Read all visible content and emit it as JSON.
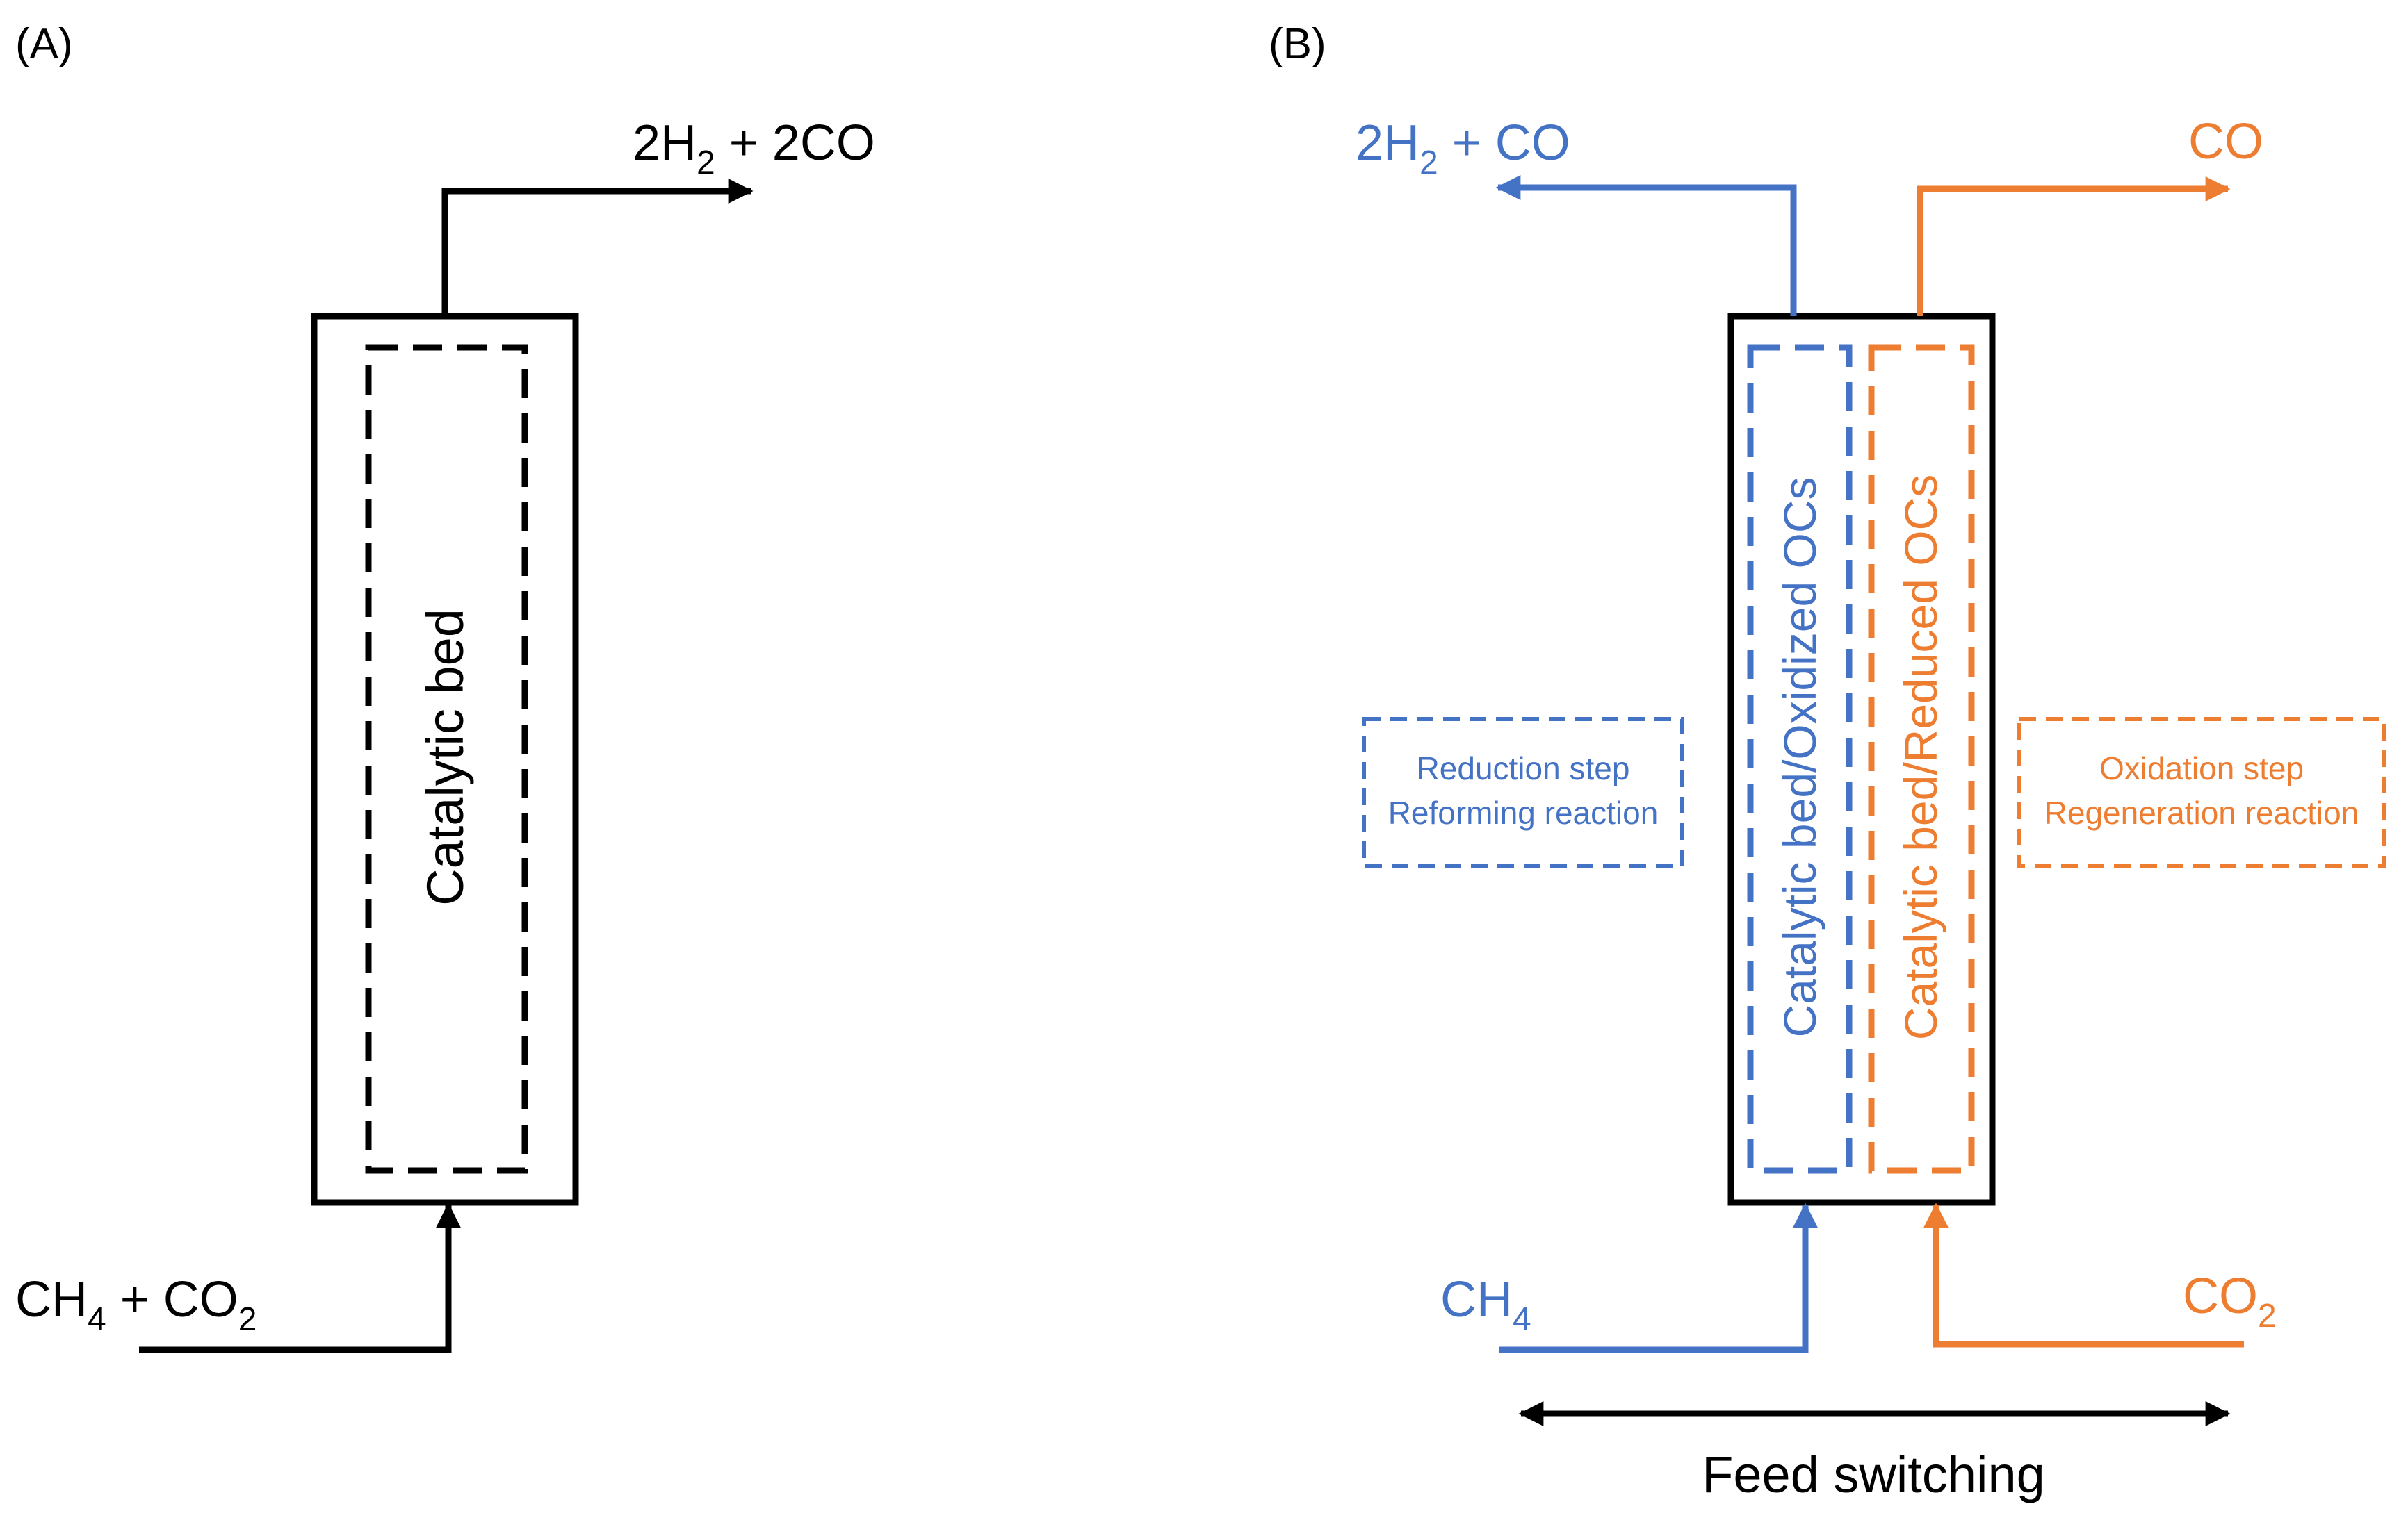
{
  "colors": {
    "black": "#000000",
    "blue": "#4472C4",
    "orange": "#ED7D31"
  },
  "panel_a": {
    "label": "(A)",
    "product": {
      "main": "2H",
      "sub1": "2",
      "rest": " + 2CO"
    },
    "feed": {
      "pre": "CH",
      "sub1": "4",
      "mid": " + CO",
      "sub2": "2"
    },
    "bed_label": "Catalytic bed"
  },
  "panel_b": {
    "label": "(B)",
    "blue_product": {
      "main": "2H",
      "sub1": "2",
      "rest": " + CO"
    },
    "orange_product": "CO",
    "blue_feed": {
      "pre": "CH",
      "sub1": "4"
    },
    "orange_feed": {
      "pre": "CO",
      "sub1": "2"
    },
    "blue_bed_label": "Catalytic bed/Oxidized OCs",
    "orange_bed_label": "Catalytic bed/Reduced OCs",
    "reduction_box": {
      "line1": "Reduction step",
      "line2": "Reforming reaction"
    },
    "oxidation_box": {
      "line1": "Oxidation step",
      "line2": "Regeneration reaction"
    },
    "switch_label": "Feed switching"
  }
}
